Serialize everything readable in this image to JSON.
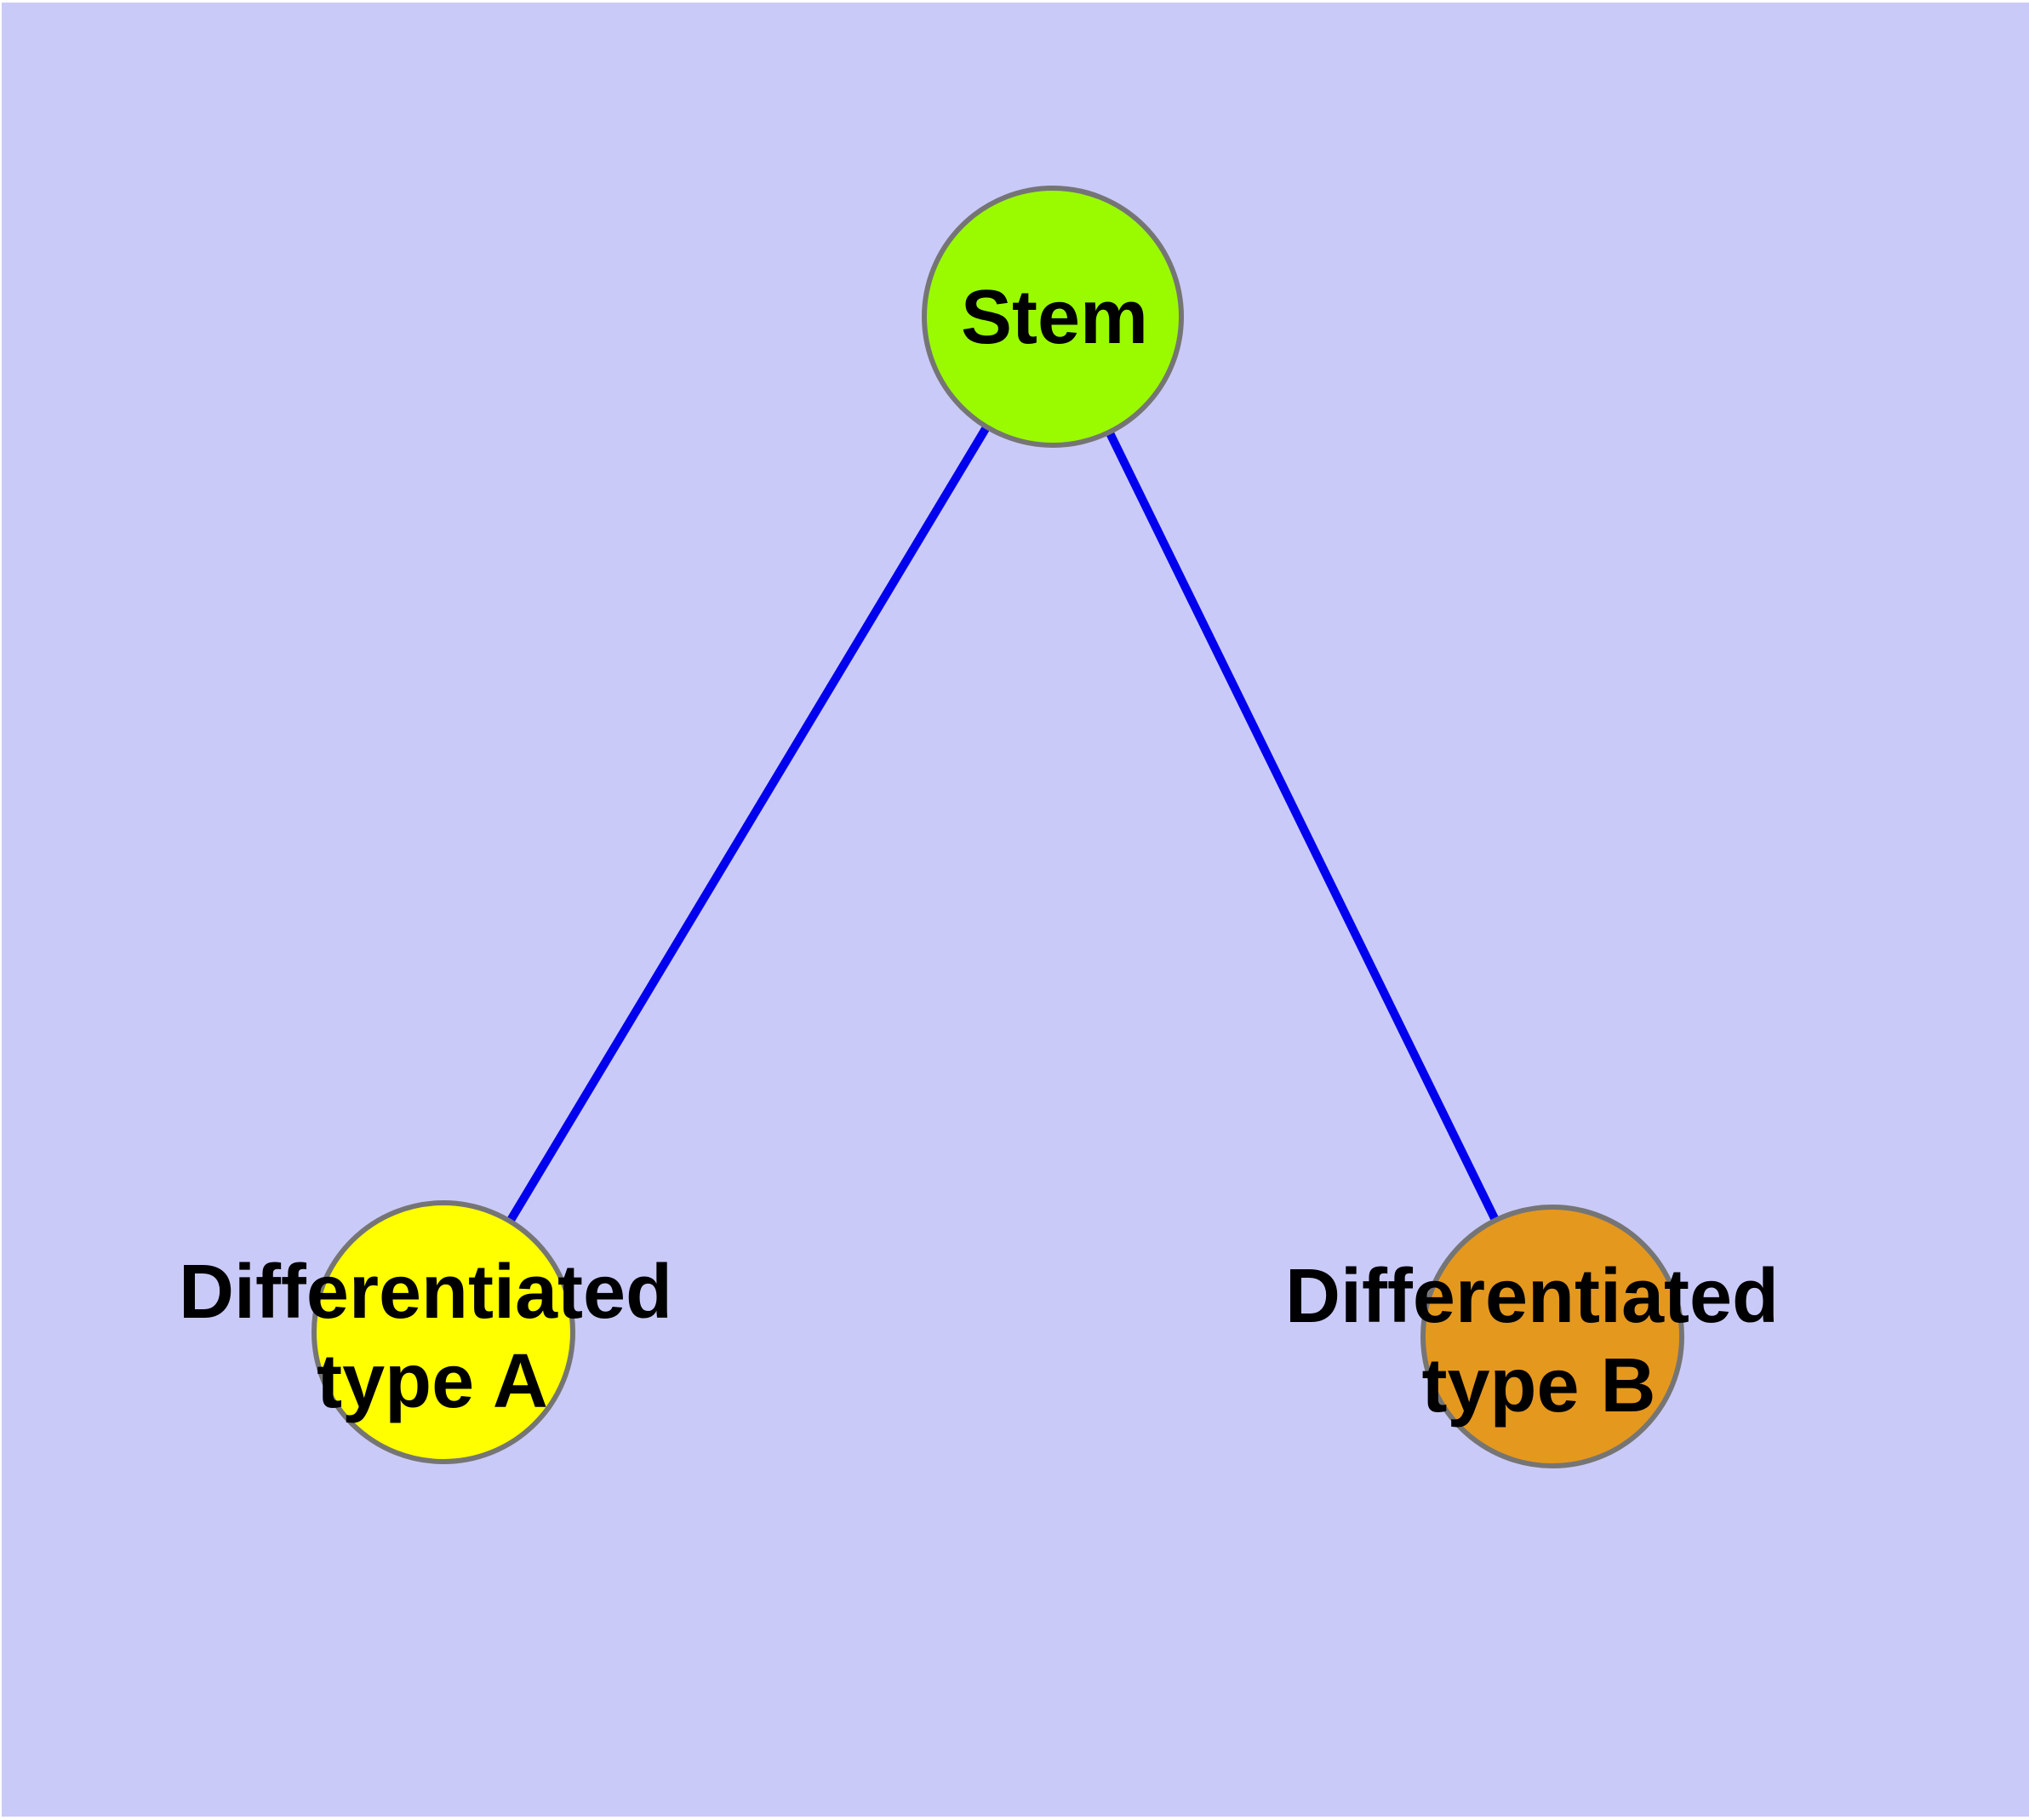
{
  "canvas": {
    "background_color": "#cacaf8",
    "frame_color": "#ffffff",
    "edge_color": "#0101ee",
    "node_border_color": "#757575",
    "label_color": "#000000"
  },
  "diagram": {
    "type": "node-link-graph",
    "nodes": [
      {
        "id": "stem",
        "label": "Stem",
        "label_line1": "Stem",
        "label_line2": "",
        "fill": "#9afb00",
        "shape": "circle"
      },
      {
        "id": "differentiated-type-a",
        "label": "Differentiated type A",
        "label_line1": "Differentiated",
        "label_line2": "type A",
        "fill": "#ffff00",
        "shape": "circle"
      },
      {
        "id": "differentiated-type-b",
        "label": "Differentiated type B",
        "label_line1": "Differentiated",
        "label_line2": "type B",
        "fill": "#e5981e",
        "shape": "circle"
      }
    ],
    "edges": [
      {
        "source": "Stem",
        "target": "Differentiated type A"
      },
      {
        "source": "Stem",
        "target": "Differentiated type B"
      }
    ]
  }
}
